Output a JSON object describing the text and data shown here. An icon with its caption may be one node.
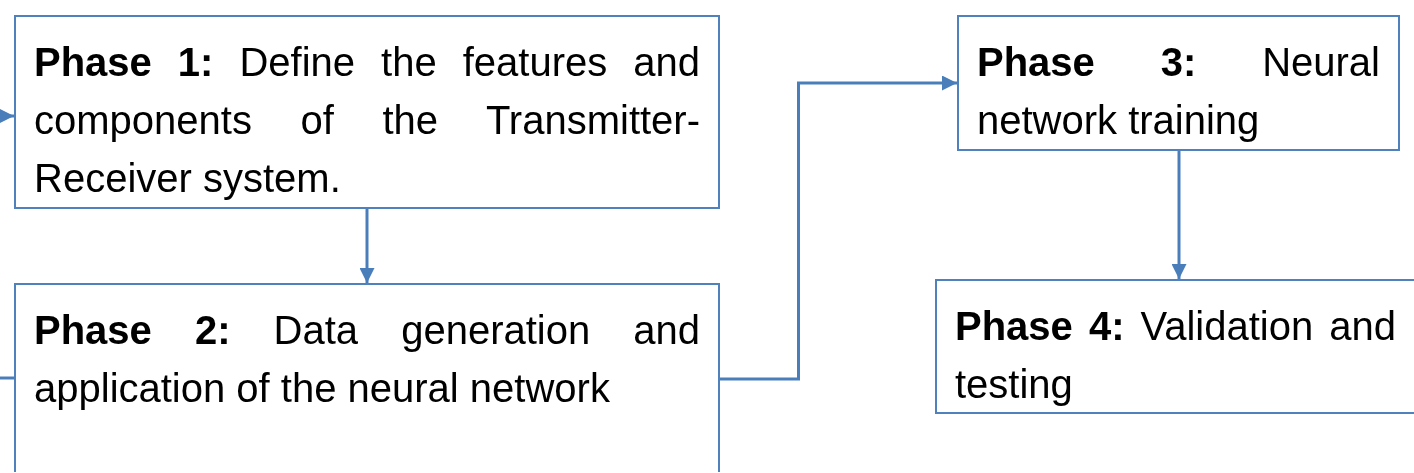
{
  "diagram": {
    "nodes": [
      {
        "text": [
          "**Phase 1:** Define the features and components of the Transmitter-Receiver system."
        ]
      },
      {
        "text": [
          "**Phase 2:** Data generation and application of the neural network"
        ]
      },
      {
        "text": [
          "**Phase 3:** Neural network training"
        ]
      },
      {
        "text": [
          "**Phase 4:** Validation and testing"
        ]
      }
    ],
    "edges": [
      {
        "from": null,
        "to": 0,
        "arrow": "to"
      },
      {
        "from": 0,
        "to": 1,
        "arrow": "to"
      },
      {
        "from": 1,
        "to": 2,
        "arrow": "to"
      },
      {
        "from": 2,
        "to": 3,
        "arrow": "to"
      },
      {
        "from": 1,
        "to": null,
        "arrow": "none"
      }
    ]
  }
}
